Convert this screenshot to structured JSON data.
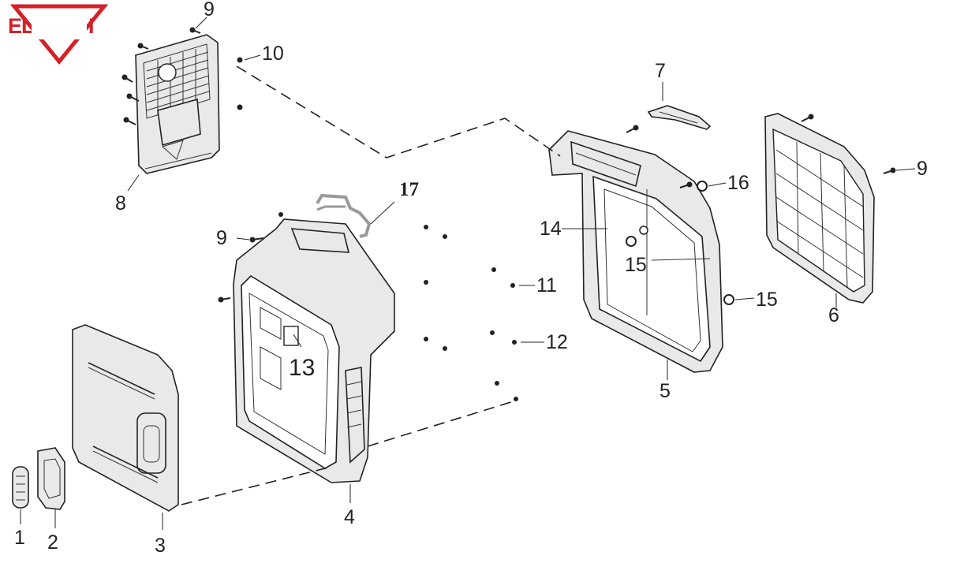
{
  "brand": {
    "name": "ELITECH",
    "color": "#d42027"
  },
  "labels": [
    {
      "id": "1",
      "text": "1"
    },
    {
      "id": "2",
      "text": "2"
    },
    {
      "id": "3",
      "text": "3"
    },
    {
      "id": "4",
      "text": "4"
    },
    {
      "id": "5",
      "text": "5"
    },
    {
      "id": "6",
      "text": "6"
    },
    {
      "id": "7",
      "text": "7"
    },
    {
      "id": "8",
      "text": "8"
    },
    {
      "id": "9a",
      "text": "9"
    },
    {
      "id": "9b",
      "text": "9"
    },
    {
      "id": "9c",
      "text": "9"
    },
    {
      "id": "10",
      "text": "10"
    },
    {
      "id": "11",
      "text": "11"
    },
    {
      "id": "12",
      "text": "12"
    },
    {
      "id": "13",
      "text": "13"
    },
    {
      "id": "14",
      "text": "14"
    },
    {
      "id": "15a",
      "text": "15"
    },
    {
      "id": "15b",
      "text": "15"
    },
    {
      "id": "16",
      "text": "16"
    },
    {
      "id": "17",
      "text": "17"
    }
  ]
}
